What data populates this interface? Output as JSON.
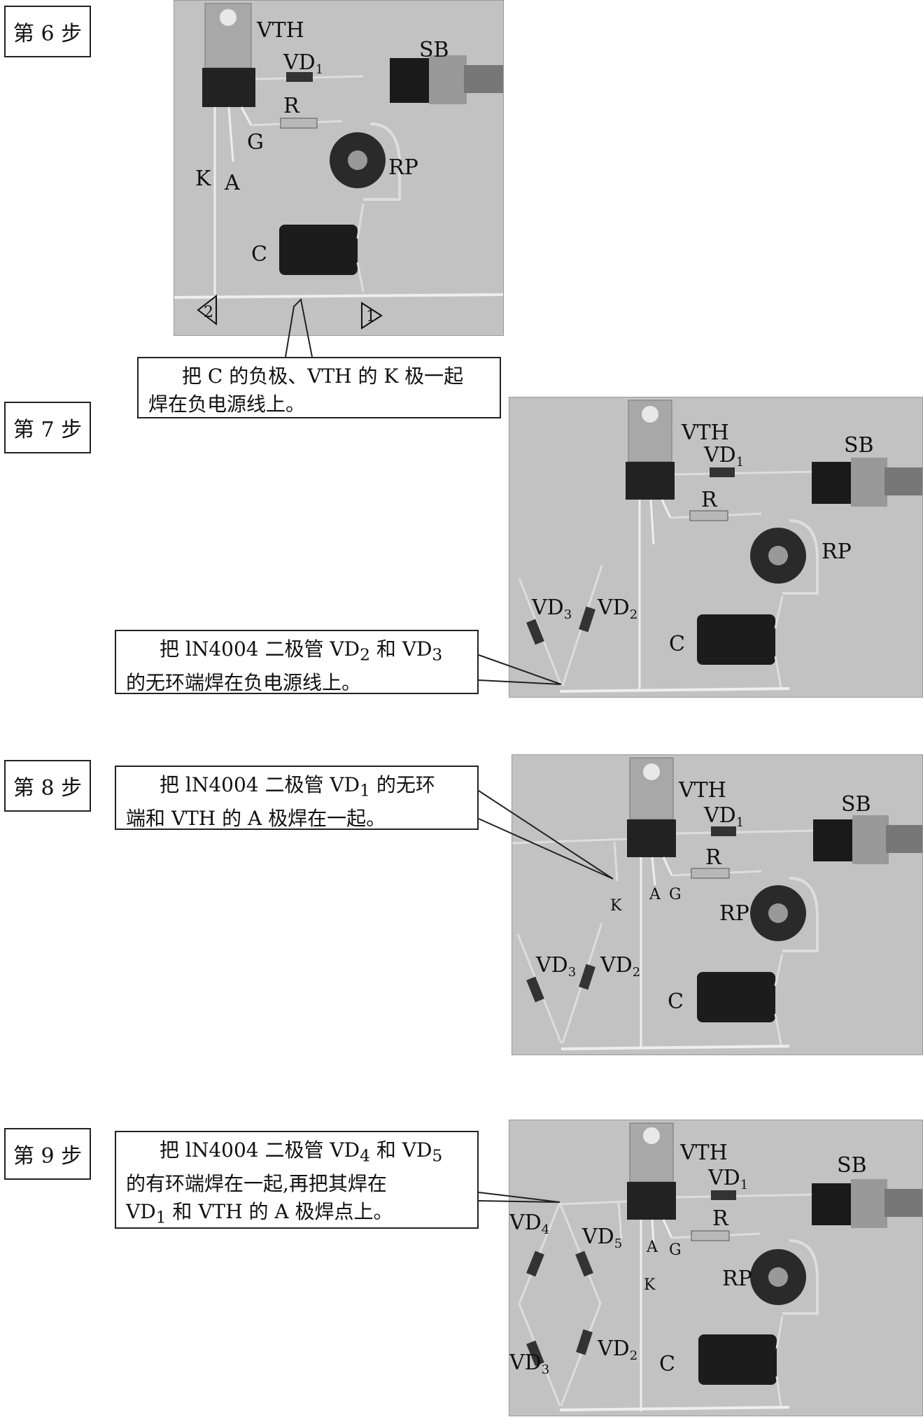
{
  "steps": [
    {
      "label": "第 6 步",
      "callout": [
        "把 C 的负极、VTH 的 K 极一起",
        "焊在负电源线上。"
      ]
    },
    {
      "label": "第 7 步",
      "callout_line1": {
        "a": "把 lN4004 二极管 VD",
        "sub1": "2",
        "b": " 和 VD",
        "sub2": "3"
      },
      "callout_line2": "的无环端焊在负电源线上。"
    },
    {
      "label": "第 8 步",
      "callout_line1": {
        "a": "把 lN4004 二极管 VD",
        "sub1": "1",
        "b": " 的无环"
      },
      "callout_line2": "端和 VTH 的 A 极焊在一起。"
    },
    {
      "label": "第 9 步",
      "callout_line1": {
        "a": "把 lN4004 二极管 VD",
        "sub1": "4",
        "b": " 和 VD",
        "sub2": "5"
      },
      "callout_line2": "的有环端焊在一起,再把其焊在",
      "callout_line3": {
        "a": "VD",
        "sub1": "1",
        "b": " 和 VTH 的 A 极焊点上。"
      }
    }
  ],
  "labels": {
    "vth": "VTH",
    "sb": "SB",
    "vd": "VD",
    "r": "R",
    "rp": "RP",
    "c": "C",
    "k": "K",
    "a": "A",
    "g": "G",
    "node1": "1",
    "node2": "2",
    "s1": "1",
    "s2": "2",
    "s3": "3",
    "s4": "4",
    "s5": "5"
  }
}
